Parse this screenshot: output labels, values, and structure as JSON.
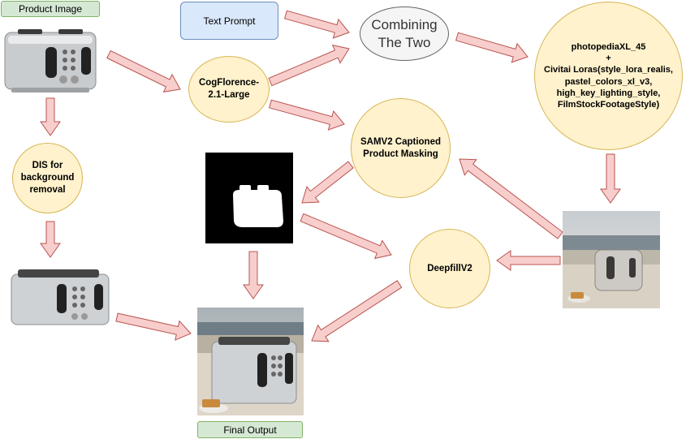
{
  "nodes": {
    "product_image_label": "Product Image",
    "text_prompt": "Text Prompt",
    "combining": "Combining\nThe Two",
    "cogflorence": "CogFlorence-\n2.1-Large",
    "photopedia": "photopediaXL_45\n+\nCivitai Loras(style_lora_realis,\npastel_colors_xl_v3,\nhigh_key_lighting_style,\nFilmStockFootageStyle)",
    "dis": "DIS for\nbackground\nremoval",
    "samv2": "SAMV2  Captioned\nProduct Masking",
    "deepfill": "DeepfillV2",
    "final_output_label": "Final Output"
  },
  "colors": {
    "arrow_fill": "#f8cecc",
    "arrow_stroke": "#b85450",
    "node_yellow": "#fff2cc",
    "node_blue": "#dae8fc",
    "node_green": "#d5e8d4",
    "node_grey": "#f5f5f5"
  },
  "images": {
    "product": "toaster-product-photo",
    "background_removed": "toaster-background-removed",
    "mask": "toaster-binary-mask",
    "generated_scene": "toaster-beach-scene",
    "final": "toaster-final-composite"
  }
}
